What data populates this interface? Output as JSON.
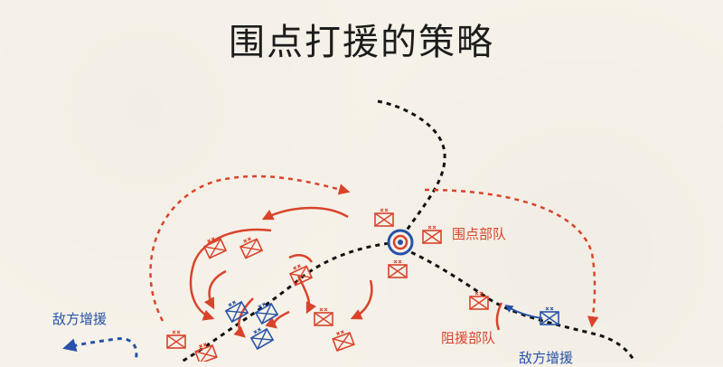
{
  "title": "围点打援的策略",
  "labels": {
    "siege_unit": "围点部队",
    "block_unit": "阻援部队",
    "enemy_reinforce_left": "敌方增援",
    "enemy_reinforce_right": "敌方增援"
  },
  "colors": {
    "background": "#f6f2e9",
    "red": "#d9432b",
    "blue": "#2652a8",
    "black": "#111111"
  },
  "icons": [
    "army-unit-icon",
    "target-icon",
    "arrow-icon"
  ]
}
